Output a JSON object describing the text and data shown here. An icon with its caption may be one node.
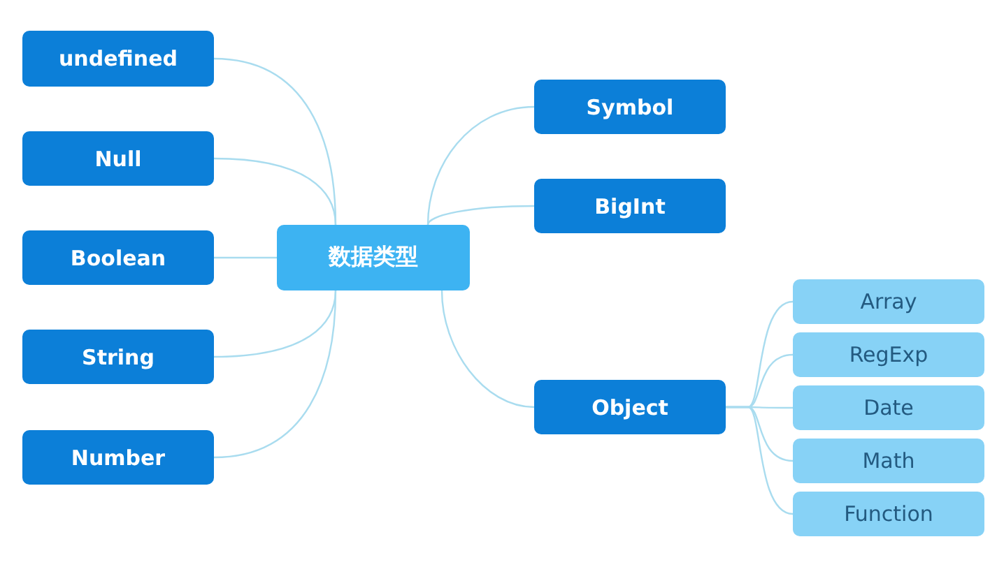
{
  "diagram": {
    "nodes": [
      {
        "text": [
          "数据类型"
        ]
      },
      {
        "text": [
          "undefined"
        ]
      },
      {
        "text": [
          "Null"
        ]
      },
      {
        "text": [
          "Boolean"
        ]
      },
      {
        "text": [
          "String"
        ]
      },
      {
        "text": [
          "Number"
        ]
      },
      {
        "text": [
          "Symbol"
        ]
      },
      {
        "text": [
          "BigInt"
        ]
      },
      {
        "text": [
          "Object"
        ]
      },
      {
        "text": [
          "Array"
        ]
      },
      {
        "text": [
          "RegExp"
        ]
      },
      {
        "text": [
          "Date"
        ]
      },
      {
        "text": [
          "Math"
        ]
      },
      {
        "text": [
          "Function"
        ]
      }
    ],
    "edges": [
      {
        "from": 0,
        "to": 1,
        "arrow": "none"
      },
      {
        "from": 0,
        "to": 2,
        "arrow": "none"
      },
      {
        "from": 0,
        "to": 3,
        "arrow": "none"
      },
      {
        "from": 0,
        "to": 4,
        "arrow": "none"
      },
      {
        "from": 0,
        "to": 5,
        "arrow": "none"
      },
      {
        "from": 0,
        "to": 6,
        "arrow": "none"
      },
      {
        "from": 0,
        "to": 7,
        "arrow": "none"
      },
      {
        "from": 0,
        "to": 8,
        "arrow": "none"
      },
      {
        "from": 8,
        "to": 9,
        "arrow": "none"
      },
      {
        "from": 8,
        "to": 10,
        "arrow": "none"
      },
      {
        "from": 8,
        "to": 11,
        "arrow": "none"
      },
      {
        "from": 8,
        "to": 12,
        "arrow": "none"
      },
      {
        "from": 8,
        "to": 13,
        "arrow": "none"
      }
    ]
  }
}
